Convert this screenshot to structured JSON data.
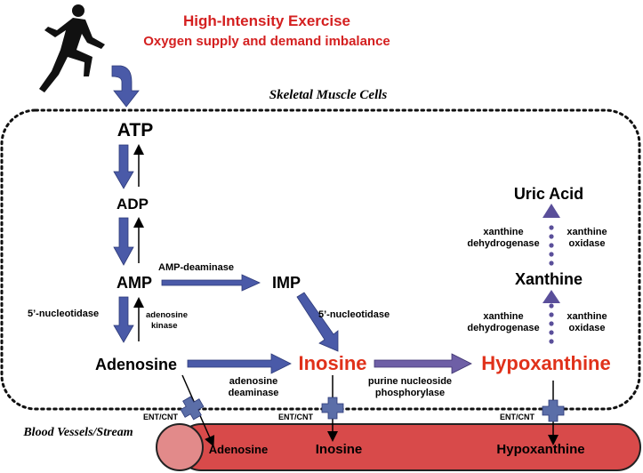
{
  "title": {
    "line1": "High-Intensity Exercise",
    "line2": "Oxygen supply and demand imbalance"
  },
  "compartments": {
    "cell": "Skeletal Muscle Cells",
    "vessel": "Blood Vessels/Stream"
  },
  "metabolites": {
    "atp": "ATP",
    "adp": "ADP",
    "amp": "AMP",
    "imp": "IMP",
    "adenosine": "Adenosine",
    "inosine": "Inosine",
    "hypoxanthine": "Hypoxanthine",
    "xanthine": "Xanthine",
    "uric_acid": "Uric Acid"
  },
  "enzymes": {
    "amp_deaminase": "AMP-deaminase",
    "nucleotidase_left": "5’-nucleotidase",
    "adenosine_kinase": [
      "adenosine",
      "kinase"
    ],
    "nucleotidase_imp": "5’-nucleotidase",
    "adenosine_deaminase": [
      "adenosine",
      "deaminase"
    ],
    "pnp": [
      "purine nucleoside",
      "phosphorylase"
    ],
    "xdh_upper": [
      "xanthine",
      "dehydrogenase"
    ],
    "xo_upper": [
      "xanthine",
      "oxidase"
    ],
    "xdh_lower": [
      "xanthine",
      "dehydrogenase"
    ],
    "xo_lower": [
      "xanthine",
      "oxidase"
    ]
  },
  "transporters": {
    "ent1": "ENT/CNT",
    "ent2": "ENT/CNT",
    "ent3": "ENT/CNT"
  },
  "blood": {
    "adenosine": "Adenosine",
    "inosine": "Inosine",
    "hypoxanthine": "Hypoxanthine"
  },
  "colors": {
    "title_red": "#d42020",
    "highlight_red": "#e0311a",
    "arrow_blue": "#4a5aa8",
    "arrow_purple": "#6e5fa6",
    "vessel_red": "#d84a4a",
    "vessel_end": "#e28a8a",
    "transporter_blue": "#5b6ea8"
  }
}
